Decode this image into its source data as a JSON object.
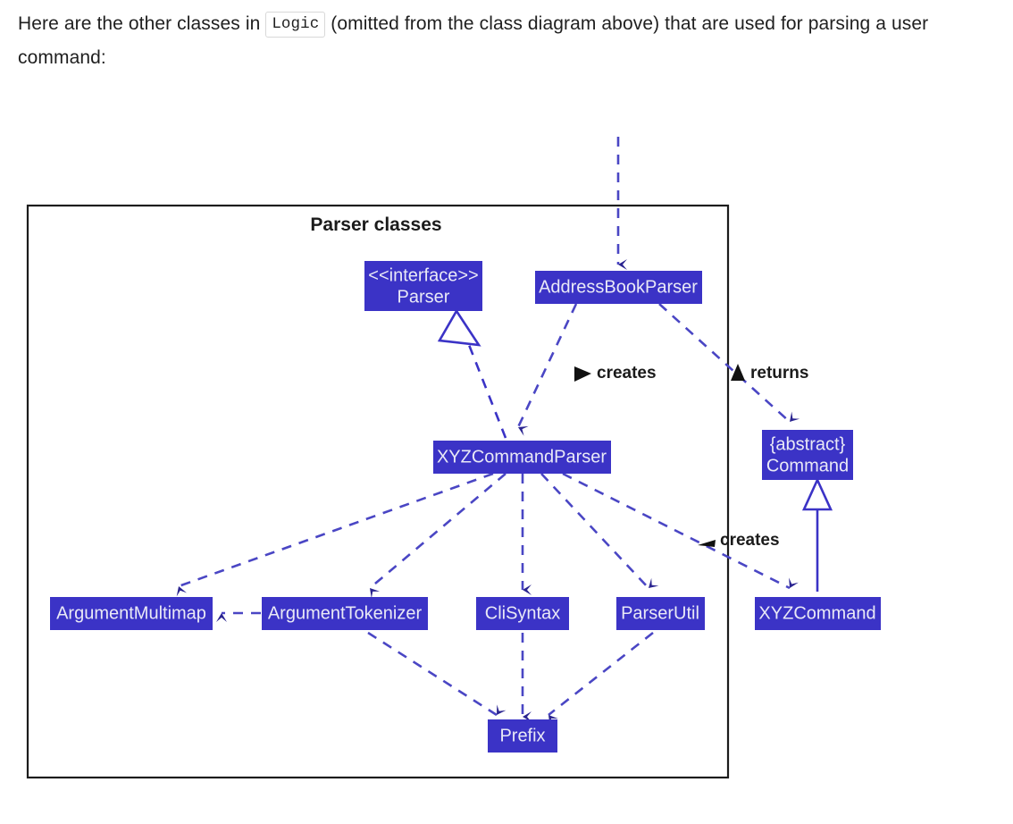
{
  "prose": {
    "line1_before": "Here are the other classes in",
    "code_chip": "Logic",
    "line1_after": "(omitted from the class diagram above) that are used for",
    "line2": "parsing a user command:"
  },
  "diagram": {
    "frame_title": "Parser classes",
    "colors": {
      "class_fill": "#3b33c6",
      "class_text": "#e9e9f6",
      "relation_line": "#4a46c4",
      "frame_border": "#1c1c1c",
      "label_text": "#1b1b1b"
    },
    "classes": [
      {
        "id": "parser",
        "label_line1": "<<interface>>",
        "label_line2": "Parser"
      },
      {
        "id": "address-book-parser",
        "label_line1": "AddressBookParser"
      },
      {
        "id": "xyz-command-parser",
        "label_line1": "XYZCommandParser"
      },
      {
        "id": "command",
        "label_line1": "{abstract}",
        "label_line2": "Command"
      },
      {
        "id": "argument-multimap",
        "label_line1": "ArgumentMultimap"
      },
      {
        "id": "argument-tokenizer",
        "label_line1": "ArgumentTokenizer"
      },
      {
        "id": "cli-syntax",
        "label_line1": "CliSyntax"
      },
      {
        "id": "parser-util",
        "label_line1": "ParserUtil"
      },
      {
        "id": "xyz-command",
        "label_line1": "XYZCommand"
      },
      {
        "id": "prefix",
        "label_line1": "Prefix"
      }
    ],
    "relation_labels": [
      {
        "id": "creates-parser",
        "text": "creates"
      },
      {
        "id": "returns-command",
        "text": "returns"
      },
      {
        "id": "creates-command",
        "text": "creates"
      }
    ]
  }
}
